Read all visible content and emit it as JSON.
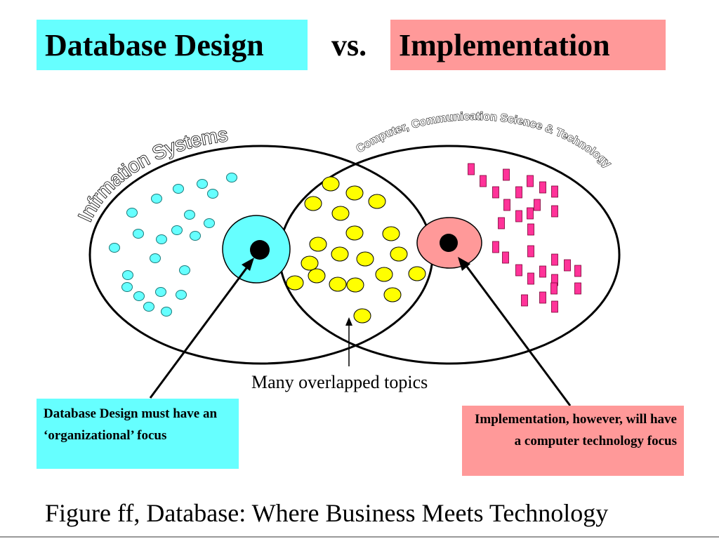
{
  "title": {
    "left": "Database Design",
    "vs": "vs.",
    "right": "Implementation"
  },
  "colors": {
    "cyan": "#66ffff",
    "pink": "#ff9999",
    "yellow": "#ffff00",
    "magenta": "#ff3399"
  },
  "diagram": {
    "left_circle_label": "Infrmation Systems",
    "right_circle_label": "Computer, Communication  Science & Technology",
    "overlap_label": "Many overlapped topics"
  },
  "notes": {
    "left": "Database Design must have an ‘organizational’ focus",
    "right": "Implementation, however, will have a computer technology focus"
  },
  "caption": "Figure ff,   Database: Where Business Meets Technology"
}
